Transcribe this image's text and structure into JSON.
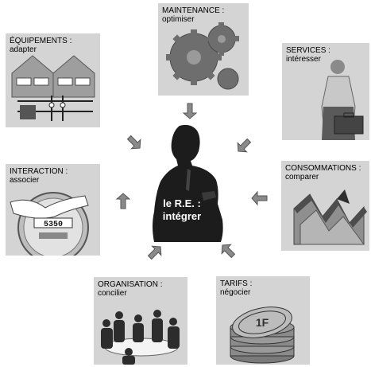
{
  "center": {
    "line1": "le R.E. :",
    "line2": "intégrer"
  },
  "panels": {
    "maintenance": {
      "title": "MAINTENANCE :",
      "subtitle": "optimiser"
    },
    "equipements": {
      "title": "ÉQUIPEMENTS :",
      "subtitle": "adapter"
    },
    "services": {
      "title": "SERVICES :",
      "subtitle": "intéresser"
    },
    "interaction": {
      "title": "INTERACTION :",
      "subtitle": "associer"
    },
    "consommations": {
      "title": "CONSOMMATIONS :",
      "subtitle": "comparer"
    },
    "organisation": {
      "title": "ORGANISATION :",
      "subtitle": "concilier"
    },
    "tarifs": {
      "title": "TARIFS :",
      "subtitle": "négocier"
    }
  },
  "meter_display": "5350",
  "coin_label": "1F"
}
